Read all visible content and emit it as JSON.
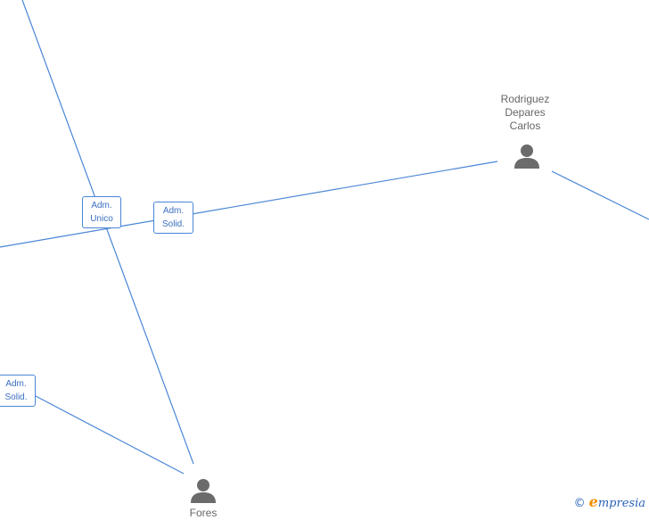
{
  "nodes": {
    "carlos": {
      "name": "Rodriguez\nDepares\nCarlos"
    },
    "bottom": {
      "name": "Fores"
    }
  },
  "roles": {
    "adm_unico": {
      "line1": "Adm.",
      "line2": "Unico"
    },
    "adm_solid_1": {
      "line1": "Adm.",
      "line2": "Solid."
    },
    "adm_solid_2": {
      "line1": "Adm.",
      "line2": "Solid."
    }
  },
  "brand": {
    "symbol": "©",
    "initial": "e",
    "rest": "mpresia"
  },
  "colors": {
    "edge": "#4a86d6",
    "icon": "#6b6b6b",
    "accent": "#f28c00"
  }
}
